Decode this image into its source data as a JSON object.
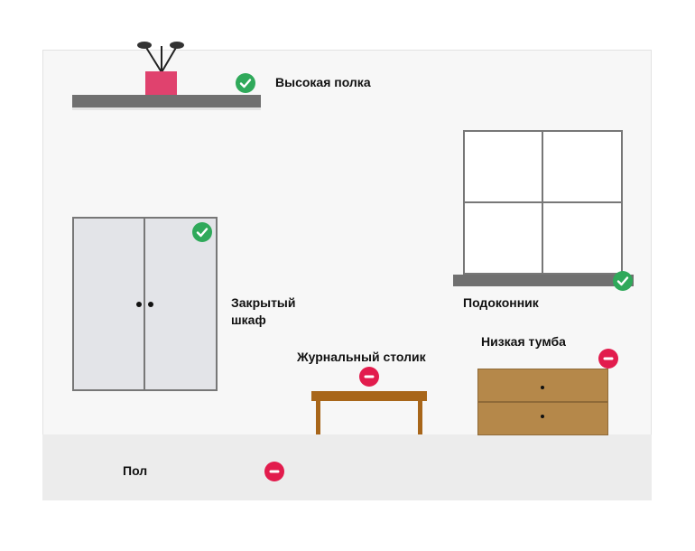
{
  "colors": {
    "allowed": "#2fa95a",
    "forbidden": "#e21c4d",
    "wall": "#f7f7f7",
    "floor": "#ececec",
    "wood": "#a8661a",
    "dresser": "#b5884a",
    "pot": "#e0426e"
  },
  "zones": {
    "high_shelf": {
      "label": "Высокая полка",
      "status_icon": "check-circle-icon"
    },
    "closed_cabinet": {
      "label_line1": "Закрытый",
      "label_line2": "шкаф",
      "status_icon": "check-circle-icon"
    },
    "windowsill": {
      "label": "Подоконник",
      "status_icon": "check-circle-icon"
    },
    "coffee_table": {
      "label": "Журнальный столик",
      "status_icon": "minus-circle-icon"
    },
    "low_dresser": {
      "label": "Низкая тумба",
      "status_icon": "minus-circle-icon"
    },
    "floor": {
      "label": "Пол",
      "status_icon": "minus-circle-icon"
    }
  }
}
